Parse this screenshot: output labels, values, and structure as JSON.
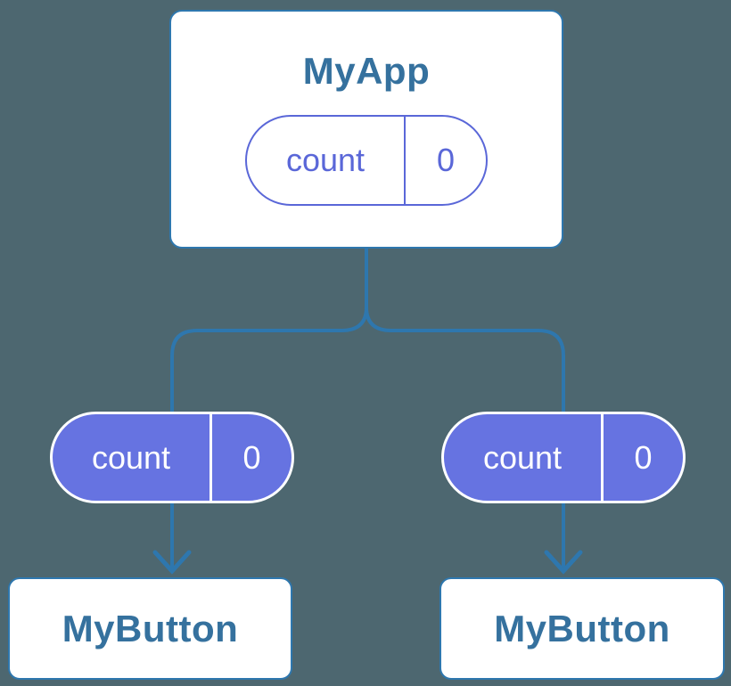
{
  "theme": {
    "background": "#4d6770",
    "connector_blue": "#2e77ae",
    "component_text_blue": "#35719e",
    "state_purple": "#5a67d8",
    "state_fill_purple": "#6673e1",
    "white": "#ffffff"
  },
  "tree": {
    "root": {
      "title": "MyApp",
      "state": {
        "name": "count",
        "value": "0"
      }
    },
    "children": [
      {
        "title": "MyButton",
        "state": {
          "name": "count",
          "value": "0"
        }
      },
      {
        "title": "MyButton",
        "state": {
          "name": "count",
          "value": "0"
        }
      }
    ]
  }
}
